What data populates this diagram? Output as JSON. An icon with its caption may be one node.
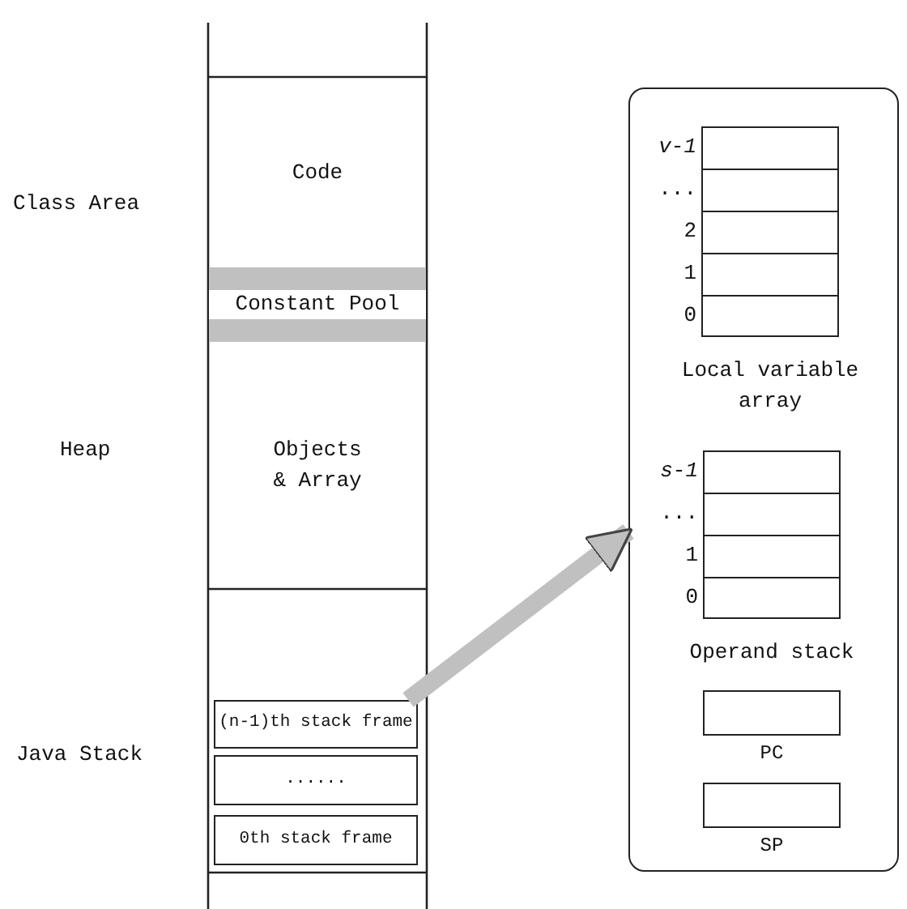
{
  "diagram": {
    "nodes": [
      {
        "text": [
          "Code"
        ]
      },
      {
        "text": [
          "Constant Pool"
        ]
      },
      {
        "text": [
          "Objects & Array"
        ]
      },
      {
        "text": [
          "(n-1)th stack frame"
        ]
      },
      {
        "text": [
          "......"
        ]
      },
      {
        "text": [
          "0th stack frame"
        ]
      },
      {
        "text": [],
        "shape": "box"
      },
      {
        "text": [
          "Local variable array"
        ],
        "beside": [
          "v-1",
          "...",
          "2",
          "1",
          "0"
        ],
        "in": 6
      },
      {
        "text": [
          "Operand stack"
        ],
        "beside": [
          "s-1",
          "...",
          "1",
          "0"
        ],
        "in": 6
      },
      {
        "text": [
          "PC"
        ],
        "in": 6
      },
      {
        "text": [
          "SP"
        ],
        "in": 6
      }
    ],
    "edges": [
      {
        "from": 3,
        "to": 6,
        "arrow": "to"
      }
    ],
    "labels": [
      "Class Area",
      "Heap",
      "Java Stack"
    ]
  }
}
